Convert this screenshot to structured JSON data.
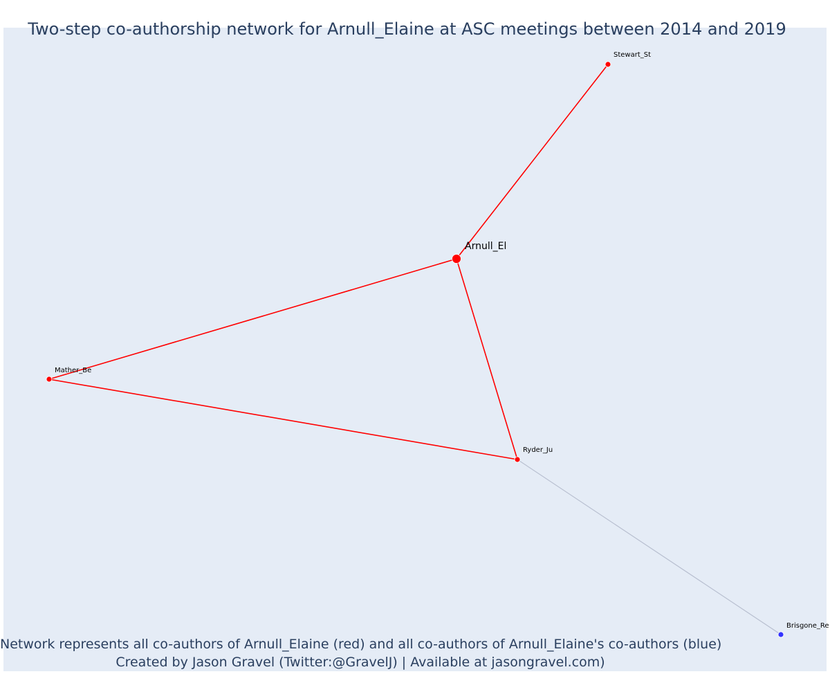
{
  "title": "Two-step co-authorship network for Arnull_Elaine at ASC meetings between 2014 and 2019",
  "caption": {
    "line1": "Network represents all co-authors of Arnull_Elaine (red) and all co-authors of Arnull_Elaine's co-authors (blue)",
    "line2": "Created by Jason Gravel (Twitter:@GravelJ) | Available at jasongravel.com)"
  },
  "colors": {
    "background": "#e5ecf6",
    "first_step": "#ff0000",
    "second_step": "#3333ff",
    "second_step_edge": "#b8bfd0",
    "text": "#2a3f5f"
  },
  "network": {
    "nodes": [
      {
        "id": "arnull",
        "label": "Arnull_El",
        "group": "focal"
      },
      {
        "id": "stewart",
        "label": "Stewart_St",
        "group": "coauthor"
      },
      {
        "id": "mather",
        "label": "Mather_Be",
        "group": "coauthor"
      },
      {
        "id": "ryder",
        "label": "Ryder_Ju",
        "group": "coauthor"
      },
      {
        "id": "brisgone",
        "label": "Brisgone_Re",
        "group": "second_step"
      }
    ],
    "edges": [
      {
        "source": "arnull",
        "target": "stewart",
        "group": "first_step"
      },
      {
        "source": "arnull",
        "target": "mather",
        "group": "first_step"
      },
      {
        "source": "arnull",
        "target": "ryder",
        "group": "first_step"
      },
      {
        "source": "mather",
        "target": "ryder",
        "group": "first_step"
      },
      {
        "source": "ryder",
        "target": "brisgone",
        "group": "second_step"
      }
    ]
  }
}
